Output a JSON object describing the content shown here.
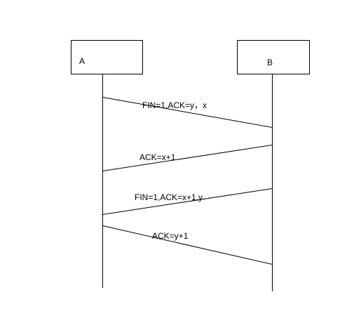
{
  "participants": [
    {
      "label": "A"
    },
    {
      "label": "B"
    }
  ],
  "messages": [
    {
      "label": "FIN=1,ACK=y，x",
      "from": "A",
      "to": "B"
    },
    {
      "label": "ACK=x+1",
      "from": "B",
      "to": "A"
    },
    {
      "label": "FIN=1,ACK=x+1,y",
      "from": "B",
      "to": "A"
    },
    {
      "label": "ACK=y+1",
      "from": "A",
      "to": "B"
    }
  ]
}
